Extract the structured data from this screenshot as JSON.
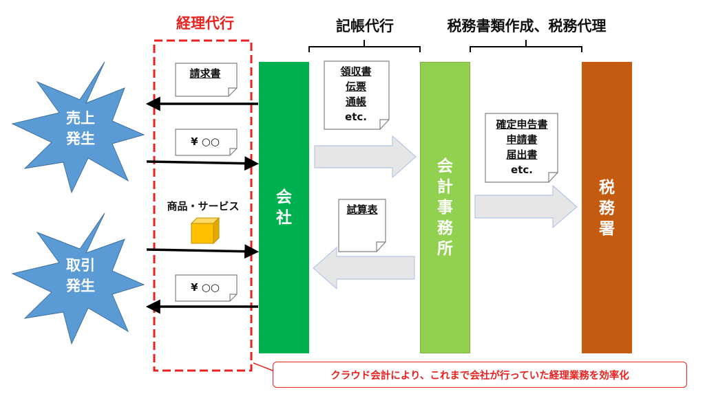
{
  "headers": {
    "keiri_daiko": "経理代行",
    "kicho_daiko": "記帳代行",
    "zeimu": "税務書類作成、税務代理"
  },
  "starbursts": {
    "sales": [
      "売上",
      "発生"
    ],
    "trade": [
      "取引",
      "発生"
    ]
  },
  "columns": {
    "company": [
      "会",
      "社"
    ],
    "accounting_office": [
      "会",
      "計",
      "事",
      "務",
      "所"
    ],
    "tax_office": [
      "税",
      "務",
      "署"
    ]
  },
  "documents": {
    "invoice": "請求書",
    "yen_top": "¥ ○○",
    "yen_bottom": "¥ ○○",
    "receipts": [
      "領収書",
      "伝票",
      "通帳"
    ],
    "receipts_etc": "etc.",
    "trial_balance": "試算表",
    "tax_docs": [
      "確定申告書",
      "申請書",
      "届出書"
    ],
    "tax_docs_etc": "etc."
  },
  "goods_label": "商品・サービス",
  "callout": "クラウド会計により、これまで会社が行っていた経理業務を効率化",
  "colors": {
    "company": "#00b050",
    "accounting_office": "#92d050",
    "tax_office": "#c55a11",
    "starburst": "#5b9bd5",
    "dashed_box": "#e8231f",
    "goods_box": "#ffc000",
    "block_arrow": "#e7e6e6"
  }
}
